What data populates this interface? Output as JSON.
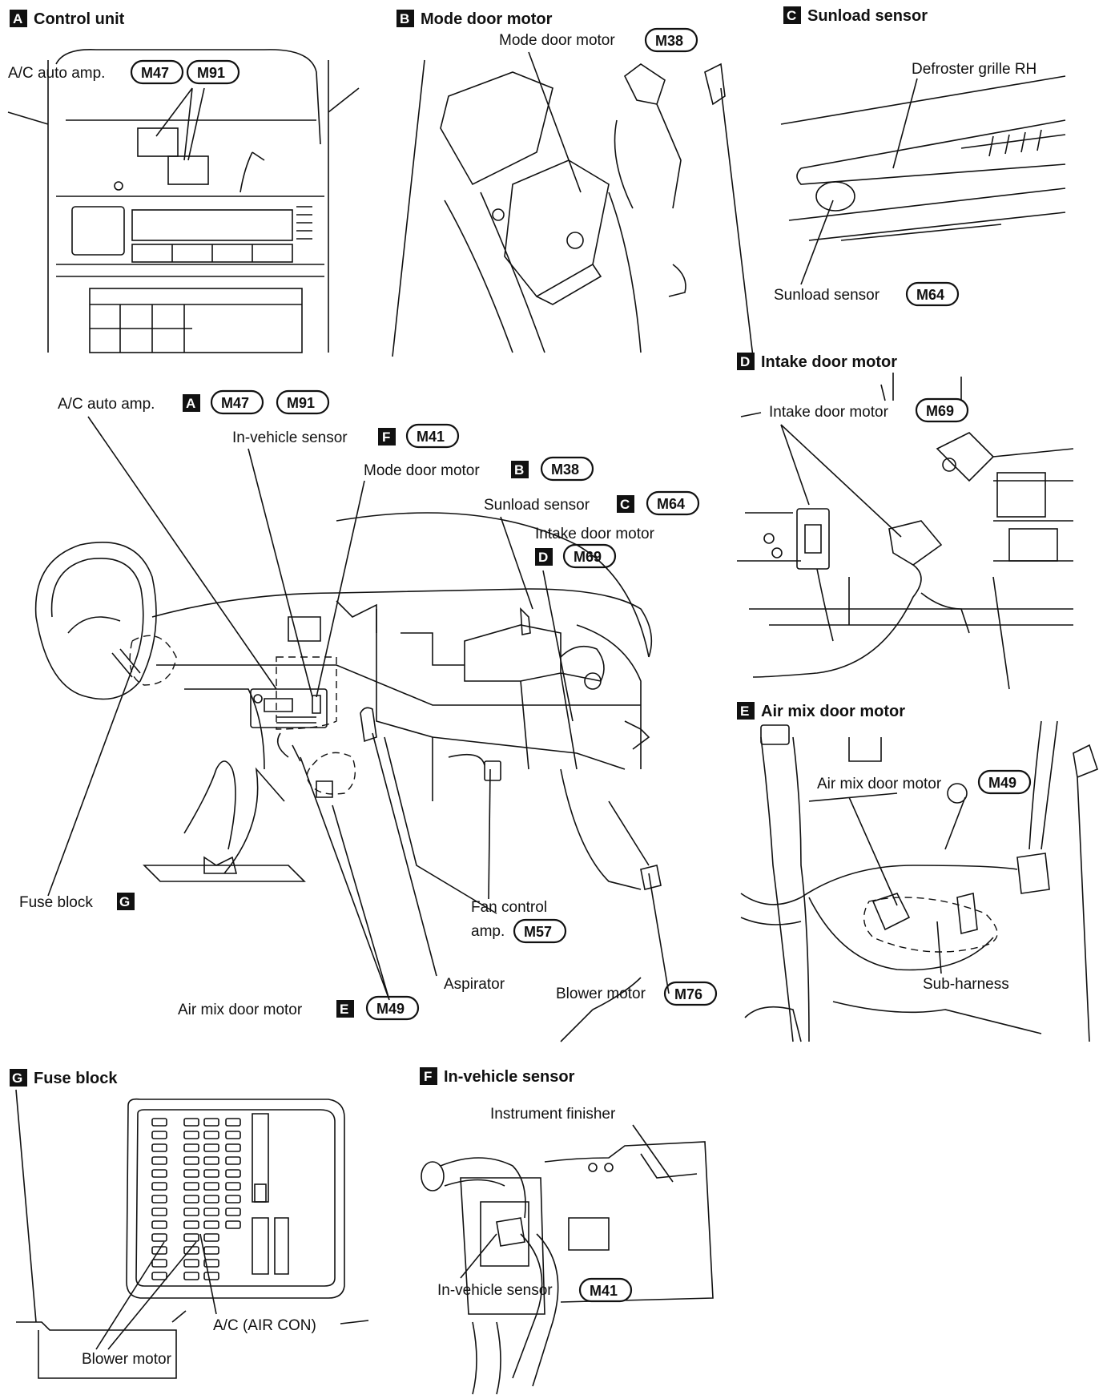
{
  "panels": {
    "A": {
      "letter": "A",
      "title": "Control unit",
      "amp_label": "A/C auto amp.",
      "conn1": "M47",
      "conn2": "M91"
    },
    "B": {
      "letter": "B",
      "title": "Mode door motor",
      "motor_label": "Mode door motor",
      "conn": "M38"
    },
    "C": {
      "letter": "C",
      "title": "Sunload sensor",
      "grille_label": "Defroster grille RH",
      "sensor_label": "Sunload sensor",
      "conn": "M64"
    },
    "D": {
      "letter": "D",
      "title": "Intake door motor",
      "motor_label": "Intake door motor",
      "conn": "M69"
    },
    "E": {
      "letter": "E",
      "title": "Air mix door motor",
      "motor_label": "Air mix door motor",
      "conn": "M49",
      "subharness_label": "Sub-harness"
    },
    "G": {
      "letter": "G",
      "title": "Fuse block",
      "ac_label": "A/C (AIR CON)",
      "blower_label": "Blower motor"
    },
    "F": {
      "letter": "F",
      "title": "In-vehicle sensor",
      "finisher_label": "Instrument finisher",
      "sensor_label": "In-vehicle sensor",
      "conn": "M41"
    }
  },
  "main": {
    "ac_amp": {
      "label": "A/C auto amp.",
      "letter": "A",
      "conn1": "M47",
      "conn2": "M91"
    },
    "invehicle": {
      "label": "In-vehicle sensor",
      "letter": "F",
      "conn": "M41"
    },
    "mode_door": {
      "label": "Mode door motor",
      "letter": "B",
      "conn": "M38"
    },
    "sunload": {
      "label": "Sunload sensor",
      "letter": "C",
      "conn": "M64"
    },
    "intake": {
      "label": "Intake door motor",
      "letter": "D",
      "conn": "M69"
    },
    "fuse_block": {
      "label": "Fuse block",
      "letter": "G"
    },
    "fan_control": {
      "line1": "Fan control",
      "line2": "amp.",
      "conn": "M57"
    },
    "aspirator": {
      "label": "Aspirator"
    },
    "blower": {
      "label": "Blower motor",
      "conn": "M76"
    },
    "air_mix": {
      "label": "Air mix door motor",
      "letter": "E",
      "conn": "M49"
    }
  }
}
